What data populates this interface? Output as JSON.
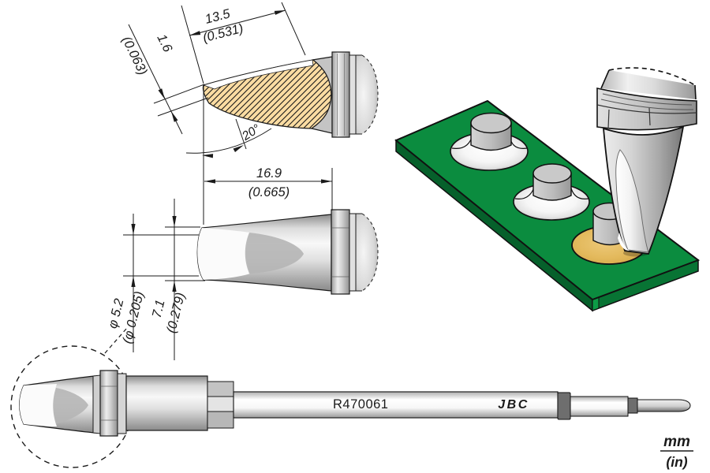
{
  "drawing": {
    "product_code": "R470061",
    "brand": "JBC",
    "units": {
      "primary": "mm",
      "secondary": "(in)"
    },
    "dimensions": {
      "blade_length": {
        "mm": "13.5",
        "in": "(0.531)"
      },
      "edge_thickness": {
        "mm": "1.6",
        "in": "(0.063)"
      },
      "blade_angle": "20°",
      "tip_length": {
        "mm": "16.9",
        "in": "(0.665)"
      },
      "edge_width": {
        "mm": "φ 5.2",
        "in": "(φ 0.205)"
      },
      "tip_diameter": {
        "mm": "7.1",
        "in": "(0.279)"
      }
    },
    "colors": {
      "hatch_fill": "#FBDCA2",
      "pcb_green": "#0B8C3F",
      "pad_gold": "#E3B95C",
      "line": "#1a1a1a"
    }
  }
}
